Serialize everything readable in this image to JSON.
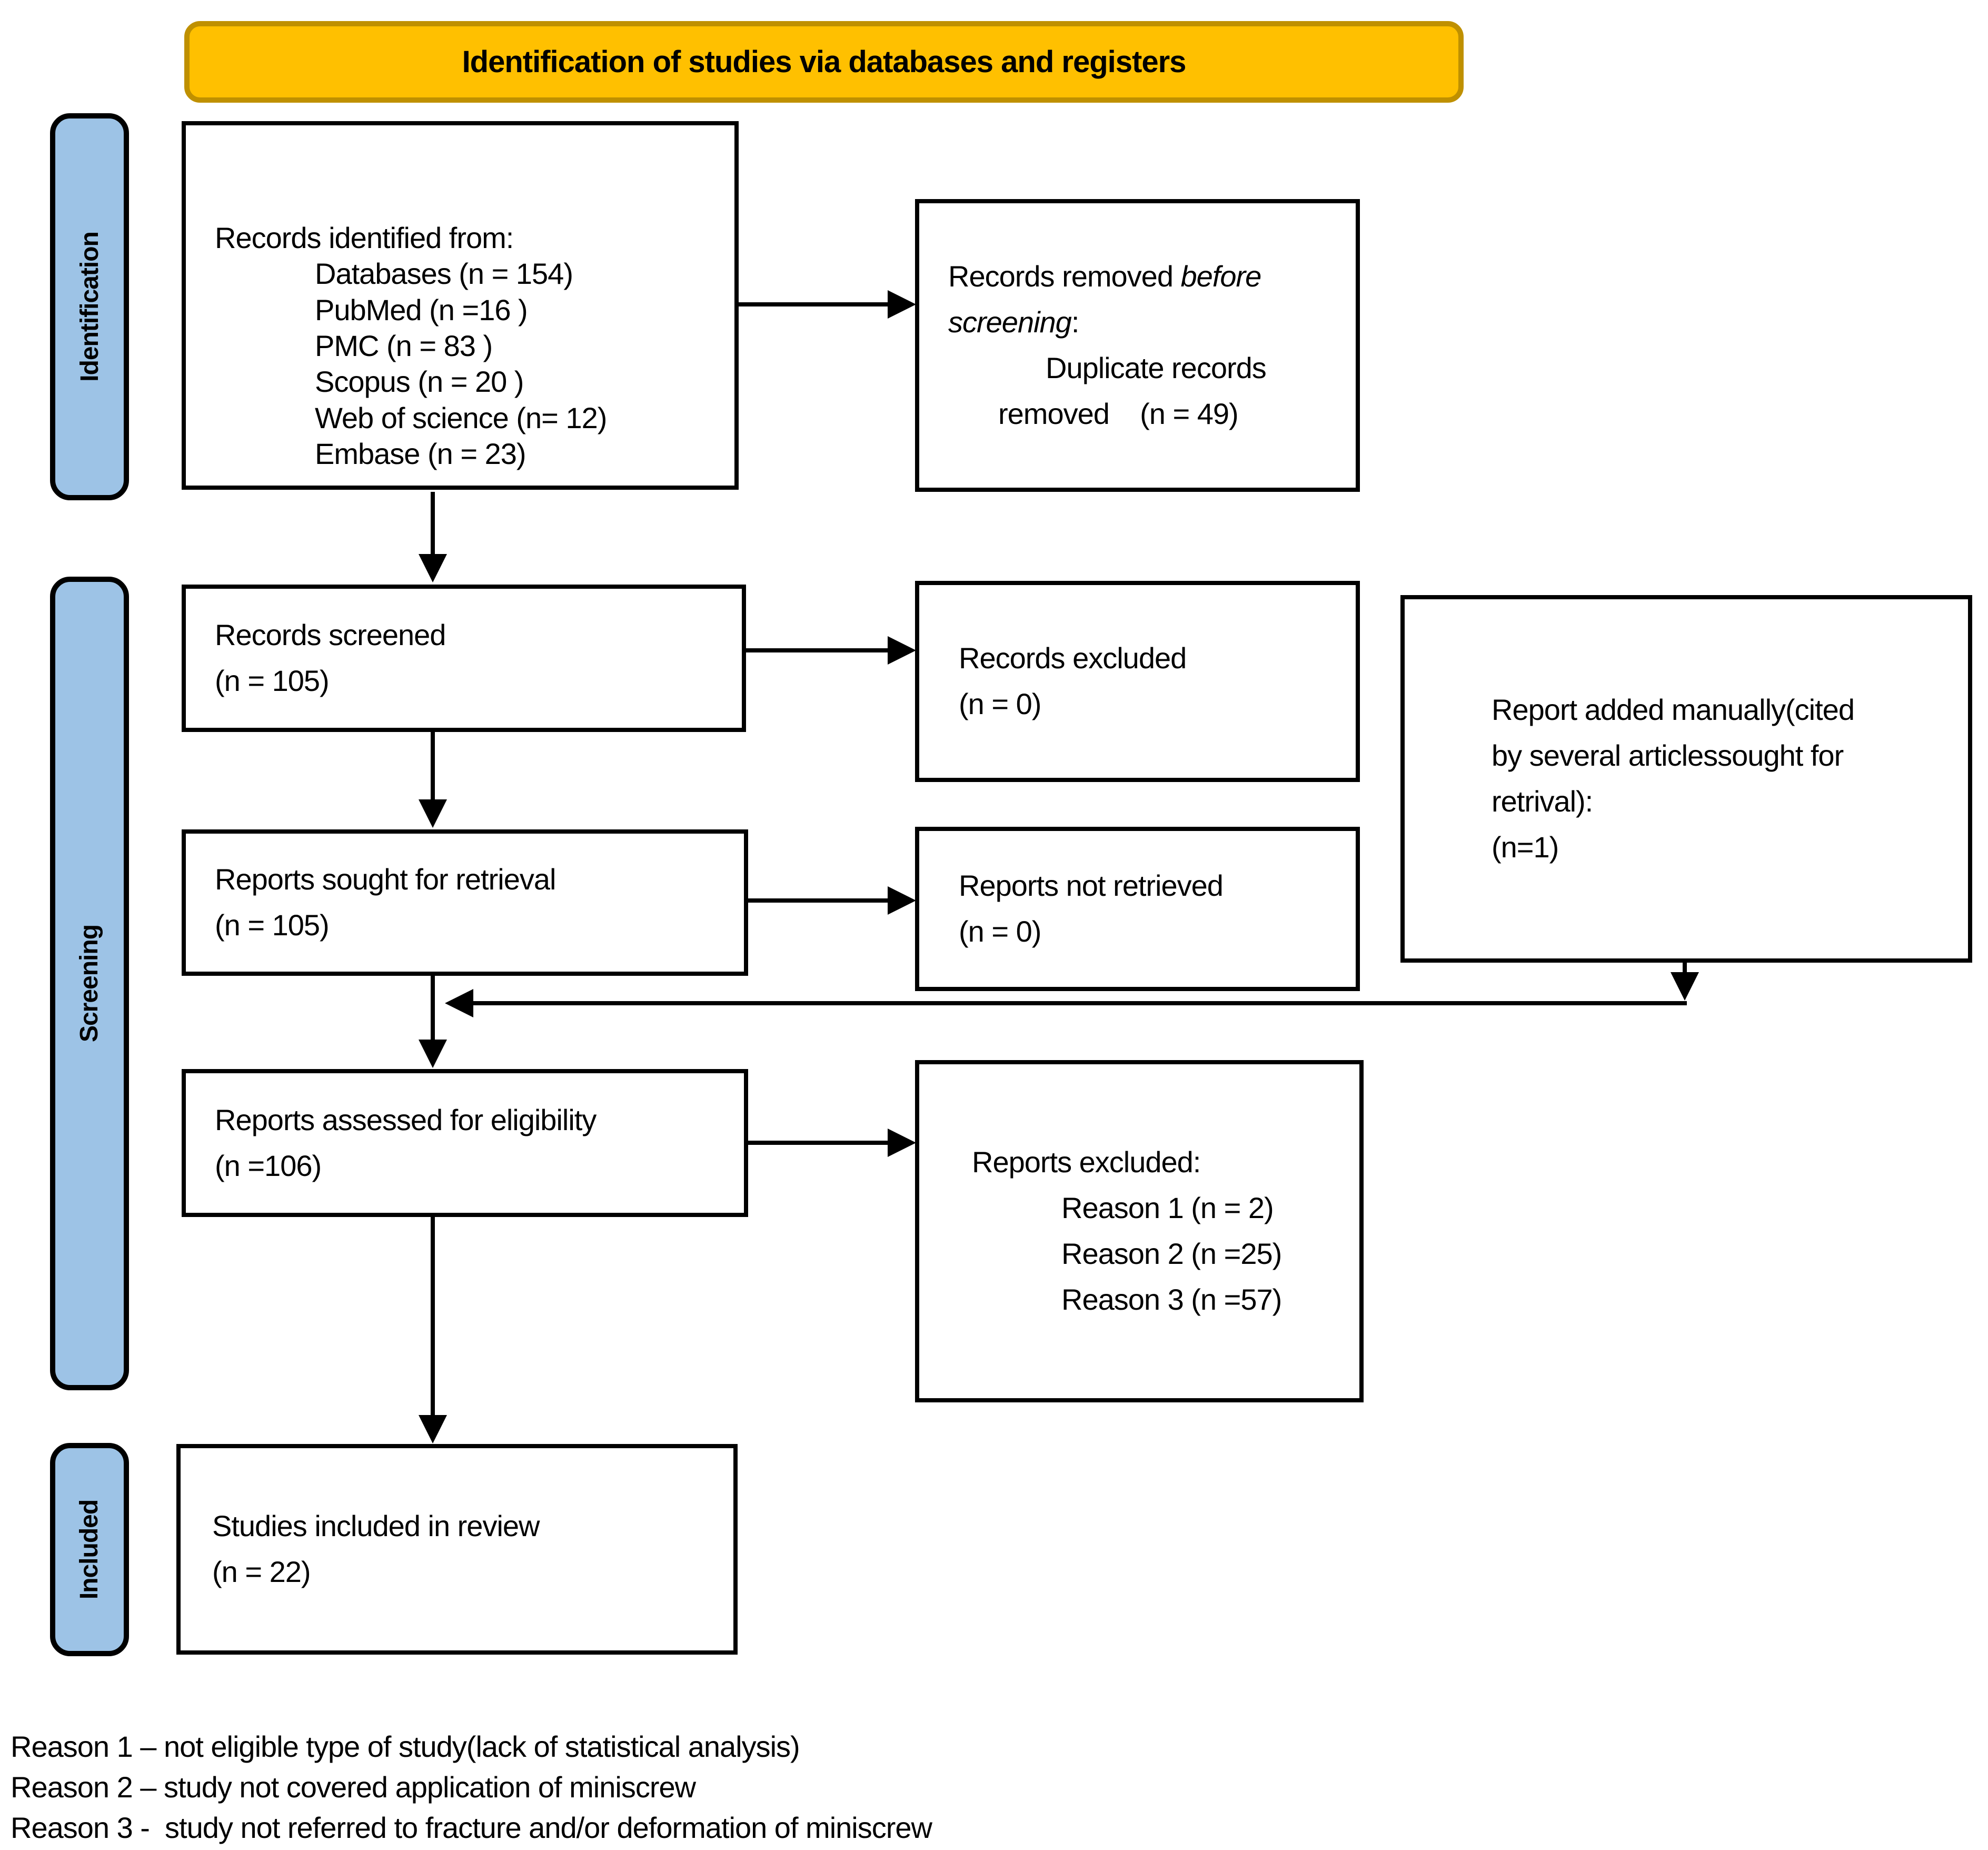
{
  "colors": {
    "banner-fill": "#FFC000",
    "banner-border": "#BF9000",
    "stage-fill": "#9DC3E6"
  },
  "banner": {
    "title": "Identification of studies via databases and registers"
  },
  "stages": {
    "identification": "Identification",
    "screening": "Screening",
    "included": "Included"
  },
  "boxes": {
    "identified": {
      "title": "Records identified from:",
      "items": [
        "Databases (n = 154)",
        "PubMed (n =16 )",
        "PMC (n = 83 )",
        "Scopus (n = 20 )",
        "Web of science (n= 12)",
        "Embase (n = 23)"
      ]
    },
    "removed": {
      "line1_prefix": "Records removed ",
      "line1_italic": "before screening",
      "line1_suffix": ":",
      "line2": "Duplicate records",
      "line3": "removed    (n = 49)"
    },
    "screened": {
      "text": "Records screened\n(n = 105)"
    },
    "records_excluded": {
      "text": "Records excluded\n(n = 0)"
    },
    "sought": {
      "text": "Reports sought for retrieval\n(n = 105)"
    },
    "not_retrieved": {
      "text": "Reports not retrieved\n(n = 0)"
    },
    "manual": {
      "text": "Report added manually(cited\nby several articlessought for\nretrival):\n(n=1)"
    },
    "assessed": {
      "text": "Reports assessed for eligibility\n(n =106)"
    },
    "reports_excluded": {
      "title": "Reports excluded:",
      "items": [
        "Reason 1 (n = 2)",
        "Reason 2 (n =25)",
        "Reason 3 (n =57)"
      ]
    },
    "included_studies": {
      "text": "Studies included in review\n(n = 22)"
    }
  },
  "footnotes": [
    "Reason 1 – not eligible type of study(lack of statistical analysis)",
    "Reason 2 – study not covered application of miniscrew",
    "Reason 3 -  study not referred to fracture and/or deformation of miniscrew"
  ]
}
